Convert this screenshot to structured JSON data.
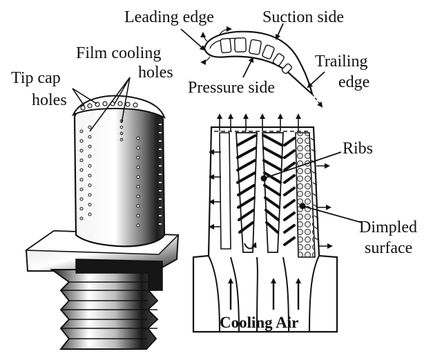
{
  "labels": {
    "leading_edge": "Leading edge",
    "suction_side": "Suction side",
    "trailing_edge_1": "Trailing",
    "trailing_edge_2": "edge",
    "pressure_side": "Pressure side",
    "film_cooling_1": "Film cooling",
    "film_cooling_2": "holes",
    "tip_cap_1": "Tip cap",
    "tip_cap_2": "holes",
    "ribs": "Ribs",
    "dimpled_1": "Dimpled",
    "dimpled_2": "surface",
    "cooling_air": "Cooling Air"
  },
  "colors": {
    "ink": "#111111",
    "background": "#ffffff"
  }
}
